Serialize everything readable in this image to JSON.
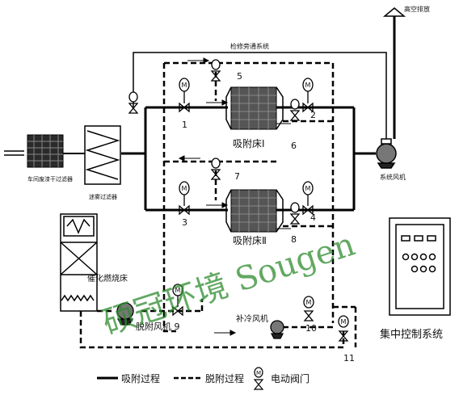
{
  "labels": {
    "exhaust": "高空排放",
    "bypass": "检修旁通系统",
    "adsorber1": "吸附床Ⅰ",
    "adsorber2": "吸附床Ⅱ",
    "prefilter": "车间废漆干过滤器",
    "secondfilter": "迷雾过滤器",
    "main_fan": "系统风机",
    "combustion": "催化燃烧床",
    "desorb_fan": "脱附风机 9",
    "cool_fan": "补冷风机",
    "control": "集中控制系统"
  },
  "valve_numbers": {
    "v1": "1",
    "v2": "2",
    "v3": "3",
    "v4": "4",
    "v5": "5",
    "v6": "6",
    "v7": "7",
    "v8": "8",
    "v10": "10",
    "v11": "11"
  },
  "motor_symbol": "M",
  "watermark": "硕冠环境 Sougen",
  "legend": {
    "solid": "吸附过程",
    "dashed": "脱附过程",
    "valve": "电动阀门"
  }
}
